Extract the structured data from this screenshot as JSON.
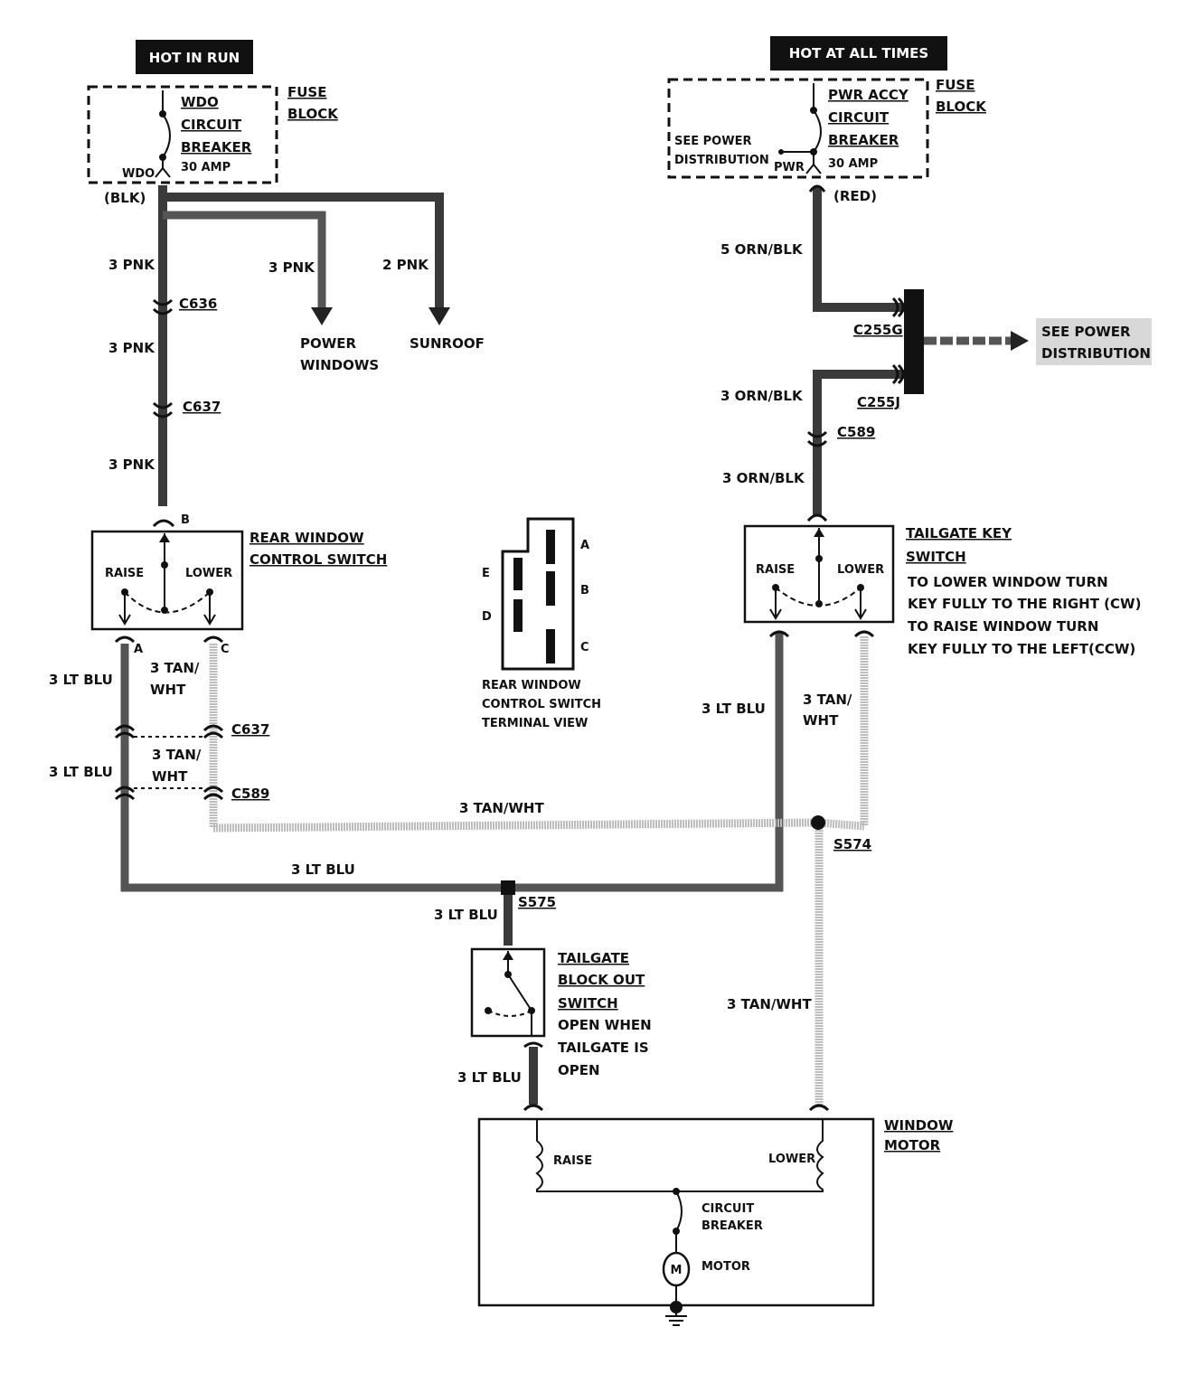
{
  "left_supply": {
    "label": "HOT IN RUN",
    "fuse_block": [
      "FUSE",
      "BLOCK"
    ],
    "breaker": [
      "WDO",
      "CIRCUIT",
      "BREAKER"
    ],
    "amp": "30 AMP",
    "terminal": "WDO",
    "wire_color": "(BLK)"
  },
  "right_supply": {
    "label": "HOT AT ALL TIMES",
    "fuse_block": [
      "FUSE",
      "BLOCK"
    ],
    "breaker": [
      "PWR ACCY",
      "CIRCUIT",
      "BREAKER"
    ],
    "amp": "30 AMP",
    "terminal": "PWR",
    "see_power": [
      "SEE POWER",
      "DISTRIBUTION"
    ],
    "wire_color": "(RED)"
  },
  "wires": {
    "pnk3": "3 PNK",
    "pnk2": "2 PNK",
    "orn5": "5 ORN/BLK",
    "orn3": "3 ORN/BLK",
    "ltblu": "3 LT BLU",
    "tan": "3 TAN/WHT",
    "tan_a": "3 TAN/",
    "tan_b": "WHT"
  },
  "destinations": {
    "power_windows": [
      "POWER",
      "WINDOWS"
    ],
    "sunroof": "SUNROOF",
    "see_power_dist": [
      "SEE POWER",
      "DISTRIBUTION"
    ]
  },
  "connectors": {
    "c636": "C636",
    "c637": "C637",
    "c589": "C589",
    "c255g": "C255G",
    "c255j": "C255J",
    "s574": "S574",
    "s575": "S575"
  },
  "rear_switch": {
    "title": [
      "REAR WINDOW",
      "CONTROL SWITCH"
    ],
    "raise": "RAISE",
    "lower": "LOWER",
    "term_b": "B",
    "term_a": "A",
    "term_c": "C"
  },
  "terminal_view": {
    "caption": [
      "REAR WINDOW",
      "CONTROL SWITCH",
      "TERMINAL VIEW"
    ],
    "letters": [
      "A",
      "B",
      "C",
      "D",
      "E"
    ]
  },
  "key_switch": {
    "title": [
      "TAILGATE KEY",
      "SWITCH"
    ],
    "raise": "RAISE",
    "lower": "LOWER",
    "note": [
      "TO LOWER WINDOW TURN",
      "KEY FULLY TO THE RIGHT (CW)",
      "TO RAISE WINDOW TURN",
      "KEY FULLY TO THE LEFT(CCW)"
    ]
  },
  "blockout": {
    "title": [
      "TAILGATE",
      "BLOCK OUT",
      "SWITCH"
    ],
    "note": [
      "OPEN WHEN",
      "TAILGATE IS",
      "OPEN"
    ]
  },
  "motor": {
    "title": [
      "WINDOW",
      "MOTOR"
    ],
    "raise": "RAISE",
    "lower": "LOWER",
    "breaker": [
      "CIRCUIT",
      "BREAKER"
    ],
    "motor": "MOTOR",
    "m": "M"
  }
}
